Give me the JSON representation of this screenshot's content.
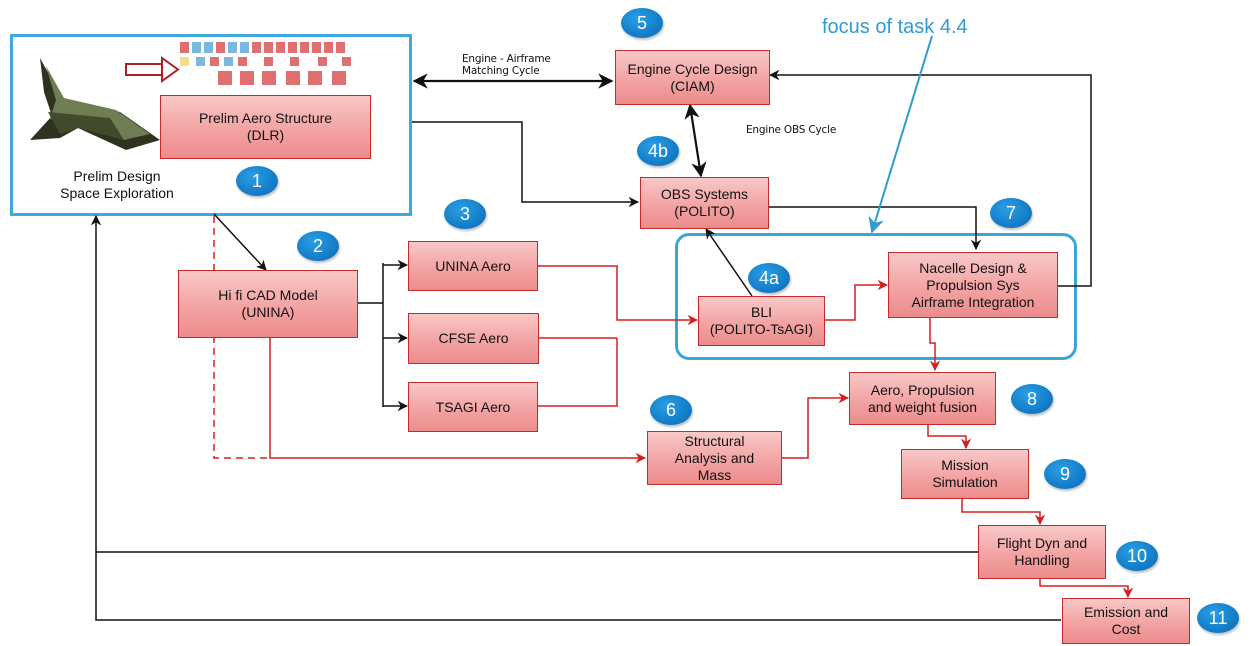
{
  "frame_caption": "Prelim Design\nSpace Exploration",
  "focus_label": "focus of task 4.4",
  "connector_labels": {
    "engine_airframe": "Engine - Airframe\nMatching Cycle",
    "engine_obs": "Engine OBS Cycle"
  },
  "boxes": {
    "prelim_aero": "Prelim Aero Structure\n(DLR)",
    "engine_cycle": "Engine Cycle Design\n(CIAM)",
    "obs_systems": "OBS Systems\n(POLITO)",
    "hifi_cad": "Hi fi CAD Model\n(UNINA)",
    "unina_aero": "UNINA Aero",
    "cfse_aero": "CFSE Aero",
    "tsagi_aero": "TSAGI Aero",
    "bli": "BLI\n(POLITO-TsAGI)",
    "nacelle": "Nacelle  Design &\nPropulsion Sys\nAirframe Integration",
    "aero_prop": "Aero, Propulsion\nand weight fusion",
    "structural": "Structural\nAnalysis and\nMass",
    "mission": "Mission\nSimulation",
    "flight_dyn": "Flight Dyn and\nHandling",
    "emission": "Emission and\nCost"
  },
  "badges": {
    "b1": "1",
    "b2": "2",
    "b3": "3",
    "b4a": "4a",
    "b4b": "4b",
    "b5": "5",
    "b6": "6",
    "b7": "7",
    "b8": "8",
    "b9": "9",
    "b10": "10",
    "b11": "11"
  },
  "colors": {
    "frame_blue": "#40a8dc",
    "box_border": "#c62b2b",
    "red_line": "#d42020",
    "badge_blue": "#1178c4",
    "focus_text": "#2f9bd3"
  },
  "icons": [
    "aircraft-icon",
    "layout-grid-icon",
    "right-arrow-icon"
  ]
}
